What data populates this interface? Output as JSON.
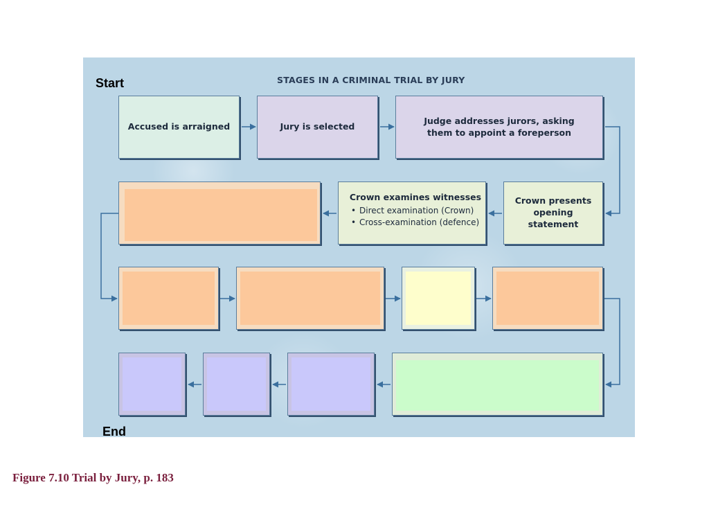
{
  "diagram": {
    "title": "STAGES IN A CRIMINAL TRIAL BY JURY",
    "start_label": "Start",
    "end_label": "End",
    "nodes": {
      "arraigned": "Accused is arraigned",
      "jury_selected": "Jury is selected",
      "judge_addresses": "Judge addresses jurors, asking them to appoint a foreperson",
      "crown_opening": "Crown presents opening statement",
      "crown_examines": {
        "heading": "Crown examines witnesses",
        "bullets": [
          "Direct examination (Crown)",
          "Cross-examination (defence)"
        ]
      }
    },
    "colors": {
      "background": "#bcd6e6",
      "hidden_orange": "#fcc89b",
      "hidden_purple": "#c9c8fb",
      "hidden_green": "#cbfccb",
      "hidden_yellow": "#fefecc",
      "connector": "#3a6f9e"
    }
  },
  "caption": "Figure 7.10 Trial by Jury, p. 183"
}
